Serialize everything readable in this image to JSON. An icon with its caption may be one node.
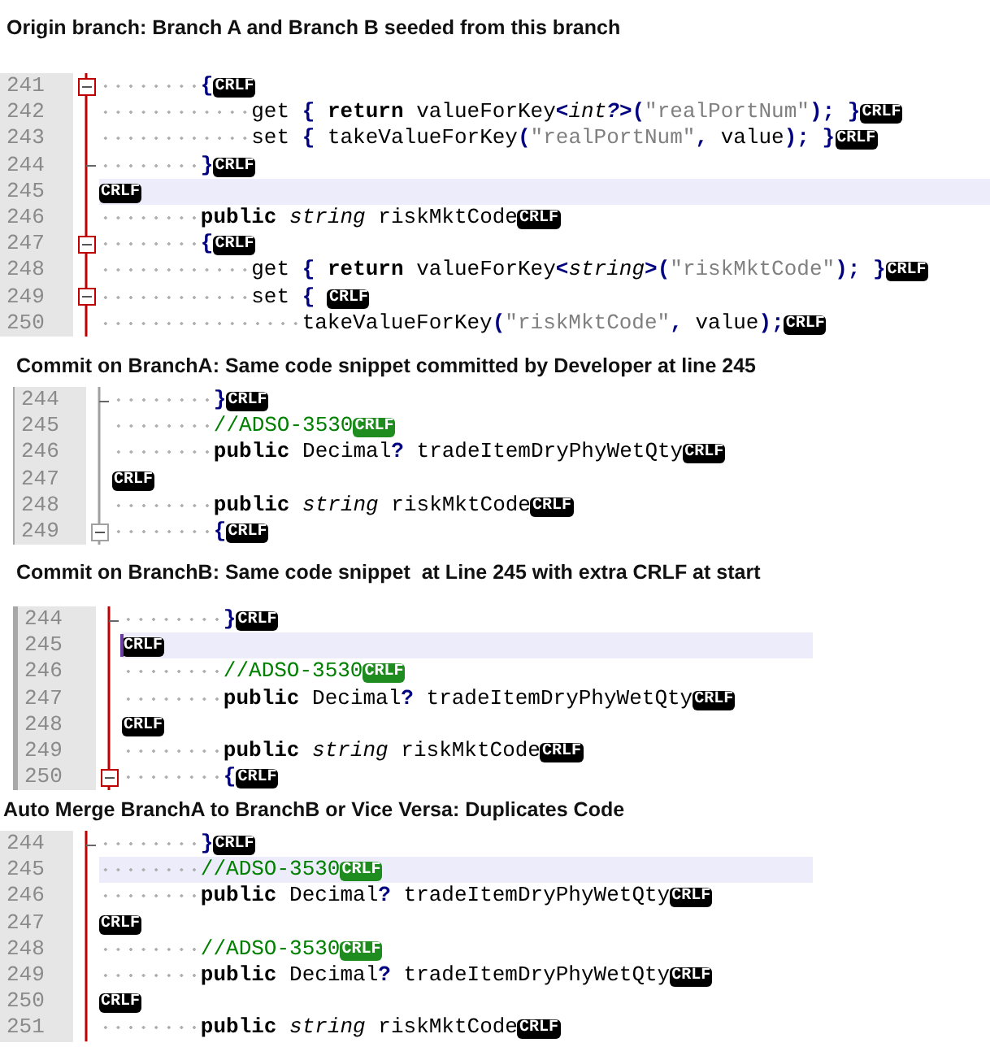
{
  "diagram": {
    "nodes": [
      {
        "text": [
          "Origin branch: Branch A and Branch B seeded from this branch",
          "241",
          "        {CRLF",
          "242",
          "            get { **return** valueForKey<*int?*>(\"realPortNum\"); }CRLF",
          "243",
          "            set { takeValueForKey(\"realPortNum\", value); }CRLF",
          "244",
          "        }CRLF",
          "245",
          "CRLF",
          "246",
          "        **public** *string* riskMktCodeCRLF",
          "247",
          "        {CRLF",
          "248",
          "            get { **return** valueForKey<*string*>(\"riskMktCode\"); }CRLF",
          "249",
          "            set { CRLF",
          "250",
          "                takeValueForKey(\"riskMktCode\", value);CRLF"
        ]
      },
      {
        "text": [
          "Commit on BranchA: Same code snippet committed by Developer at line 245",
          "244",
          "        }CRLF",
          "245",
          "        //ADSO-3530CRLF",
          "246",
          "        **public** Decimal? tradeItemDryPhyWetQtyCRLF",
          "247",
          "CRLF",
          "248",
          "        **public** *string* riskMktCodeCRLF",
          "249",
          "        {CRLF"
        ]
      },
      {
        "text": [
          "Commit on BranchB: Same code snippet  at Line 245 with extra CRLF at start",
          "244",
          "        }CRLF",
          "245",
          "CRLF",
          "246",
          "        //ADSO-3530CRLF",
          "247",
          "        **public** Decimal? tradeItemDryPhyWetQtyCRLF",
          "248",
          "CRLF",
          "249",
          "        **public** *string* riskMktCodeCRLF",
          "250",
          "        {CRLF"
        ]
      },
      {
        "text": [
          "Auto Merge BranchA to BranchB or Vice Versa: Duplicates Code",
          "244",
          "        }CRLF",
          "245",
          "        //ADSO-3530CRLF",
          "246",
          "        **public** Decimal? tradeItemDryPhyWetQtyCRLF",
          "247",
          "CRLF",
          "248",
          "        //ADSO-3530CRLF",
          "249",
          "        **public** Decimal? tradeItemDryPhyWetQtyCRLF",
          "250",
          "CRLF",
          "251",
          "        **public** *string* riskMktCodeCRLF"
        ]
      }
    ]
  }
}
